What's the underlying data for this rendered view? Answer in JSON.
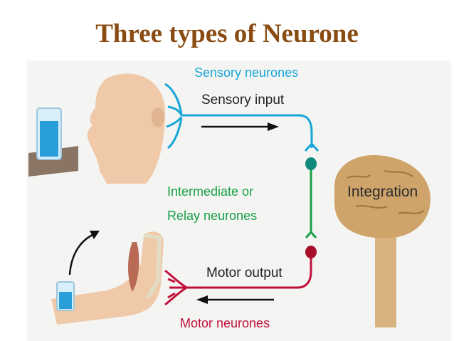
{
  "title": "Three types of Neurone",
  "labels": {
    "sensory_type": "Sensory neurones",
    "intermediate_line1": "Intermediate or",
    "intermediate_line2": "Relay neurones",
    "motor_type": "Motor neurones",
    "sensory_input": "Sensory input",
    "motor_output": "Motor output",
    "integration": "Integration"
  },
  "colors": {
    "title": "#8a4b12",
    "sensory": "#16a6d8",
    "intermediate": "#17a046",
    "motor": "#c0103a",
    "panel": "#f4f4f2"
  }
}
